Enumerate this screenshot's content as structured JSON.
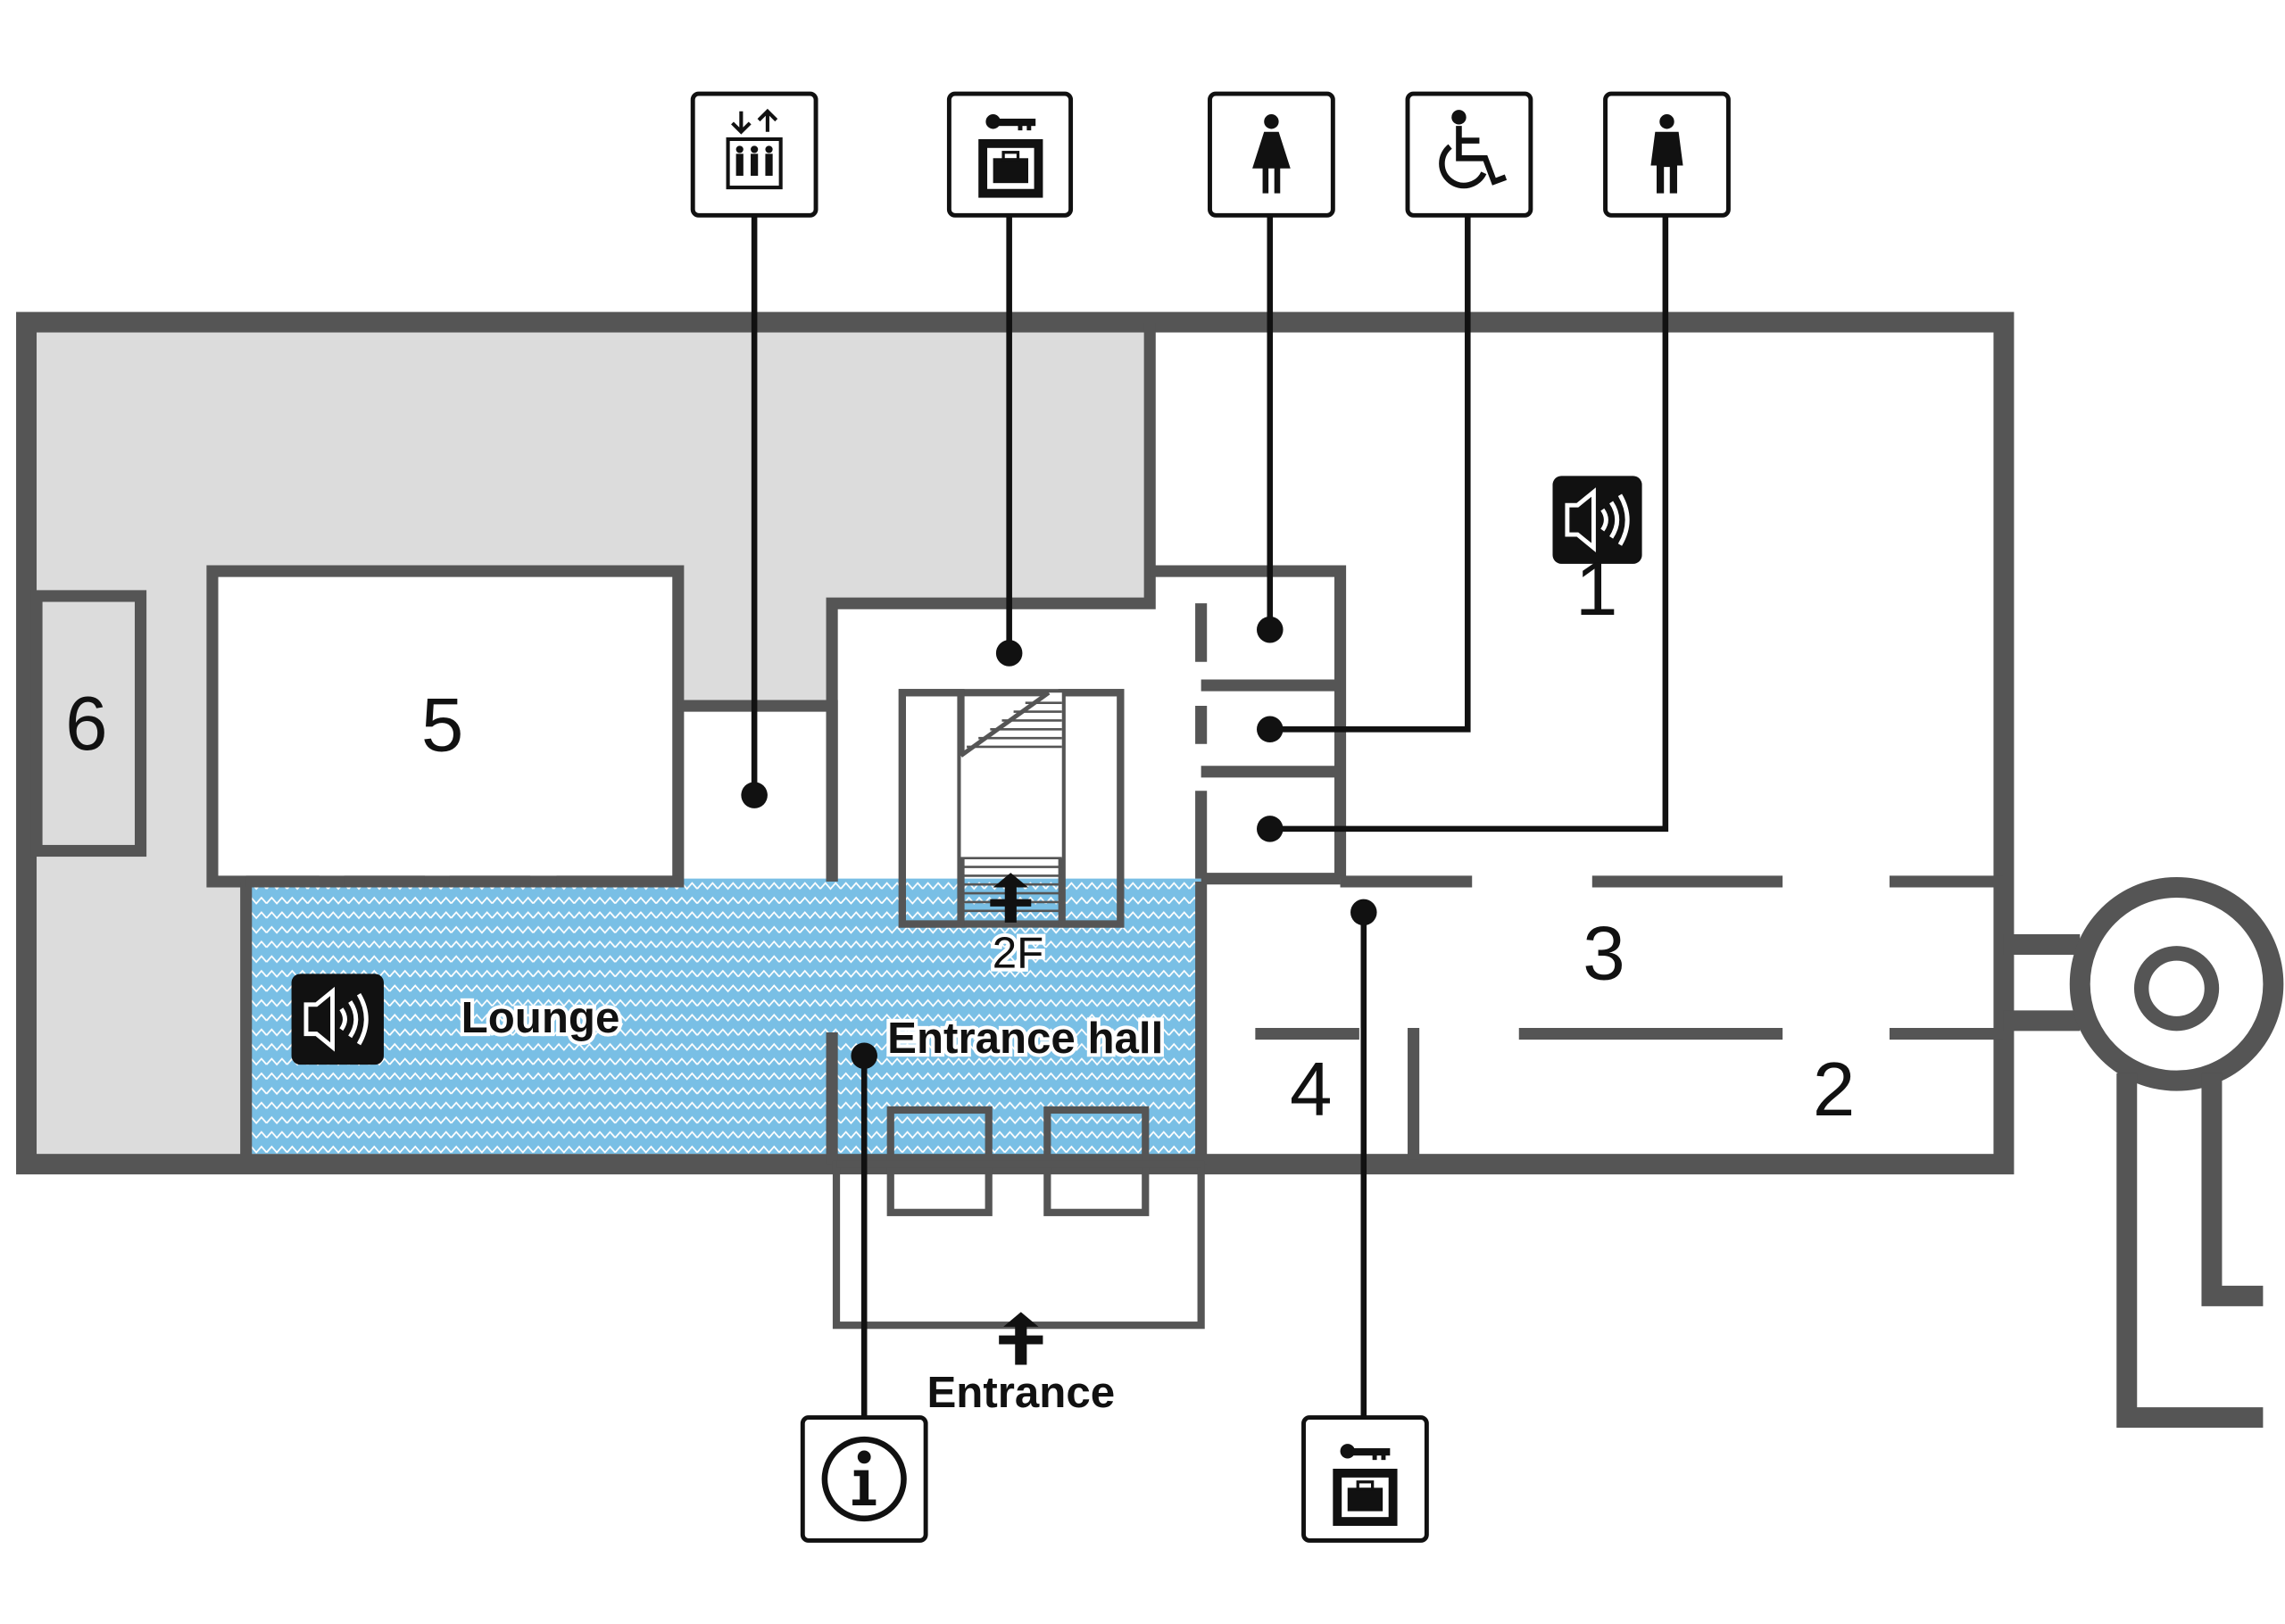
{
  "floor_map": {
    "rooms": {
      "room_1": "1",
      "room_2": "2",
      "room_3": "3",
      "room_4": "4",
      "room_5": "5",
      "room_6": "6"
    },
    "areas": {
      "lounge": "Lounge",
      "entrance_hall": "Entrance hall",
      "entrance": "Entrance",
      "stairs_label": "2F"
    },
    "signs": [
      {
        "icon": "elevator-icon"
      },
      {
        "icon": "coin-locker-icon"
      },
      {
        "icon": "womens-restroom-icon"
      },
      {
        "icon": "accessible-restroom-icon"
      },
      {
        "icon": "mens-restroom-icon"
      },
      {
        "icon": "information-icon"
      },
      {
        "icon": "coin-locker-icon"
      }
    ],
    "audio_guide_icons": [
      "audio-guide-icon",
      "audio-guide-icon"
    ],
    "colors": {
      "wall": "#555555",
      "restricted_area": "#dcdcdc",
      "public_area": "#79bfe5",
      "ink": "#111111",
      "background": "#ffffff"
    }
  }
}
